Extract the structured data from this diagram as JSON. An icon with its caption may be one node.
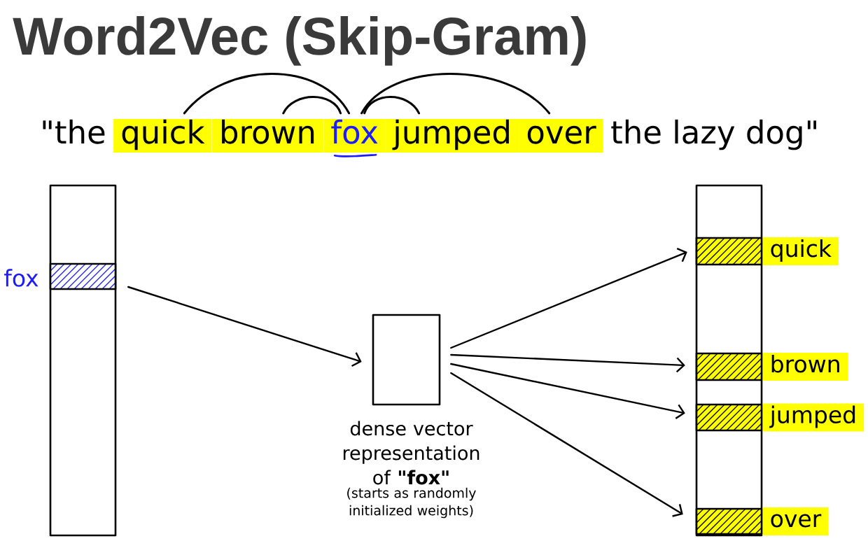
{
  "diagram": {
    "title": "Word2Vec (Skip-Gram)",
    "nodes": [
      {
        "text": [
          "quick"
        ]
      },
      {
        "text": [
          "brown"
        ]
      },
      {
        "text": [
          "fox"
        ]
      },
      {
        "text": [
          "jumped"
        ]
      },
      {
        "text": [
          "over"
        ]
      },
      {
        "text": [],
        "shape": "box"
      },
      {
        "text": [],
        "shape": "box",
        "in": 5,
        "beside": [
          "fox"
        ]
      },
      {
        "text": [],
        "shape": "box",
        "beside": [
          "dense vector representation of **\"fox\"**",
          "(starts as randomly initialized weights)"
        ]
      },
      {
        "text": [],
        "shape": "box"
      },
      {
        "text": [],
        "shape": "box",
        "in": 8
      },
      {
        "text": [
          "quick"
        ]
      },
      {
        "text": [],
        "shape": "box",
        "in": 8
      },
      {
        "text": [
          "brown"
        ]
      },
      {
        "text": [],
        "shape": "box",
        "in": 8
      },
      {
        "text": [
          "jumped"
        ]
      },
      {
        "text": [],
        "shape": "box",
        "in": 8
      },
      {
        "text": [
          "over"
        ]
      }
    ],
    "edges": [
      {
        "from": 2,
        "to": 0,
        "arrow": "none"
      },
      {
        "from": 2,
        "to": 1,
        "arrow": "none"
      },
      {
        "from": 2,
        "to": 3,
        "arrow": "none"
      },
      {
        "from": 2,
        "to": 4,
        "arrow": "none"
      },
      {
        "from": 6,
        "to": 7,
        "arrow": "to"
      },
      {
        "from": 7,
        "to": 9,
        "arrow": "to"
      },
      {
        "from": 7,
        "to": 11,
        "arrow": "to"
      },
      {
        "from": 7,
        "to": 13,
        "arrow": "to"
      },
      {
        "from": 7,
        "to": 15,
        "arrow": "to"
      }
    ],
    "labels": [
      "\"the",
      "the lazy dog\""
    ]
  }
}
